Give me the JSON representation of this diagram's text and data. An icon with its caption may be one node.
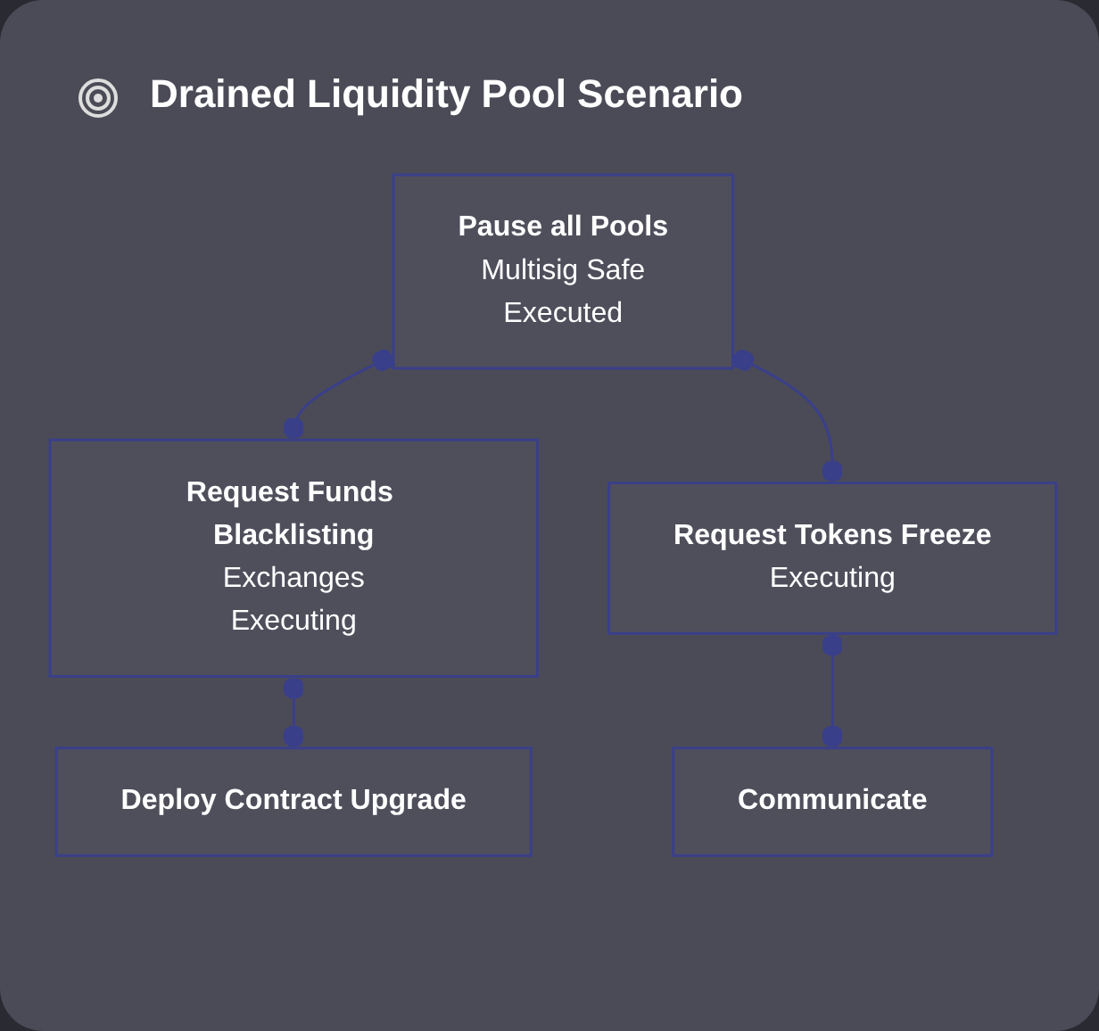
{
  "diagram": {
    "title": "Drained Liquidity Pool Scenario",
    "nodes": [
      {
        "text": [
          "Pause all Pools",
          "Multisig Safe",
          "Executed"
        ]
      },
      {
        "text": [
          "Request Funds Blacklisting",
          "Exchanges",
          "Executing"
        ]
      },
      {
        "text": [
          "Request Tokens Freeze",
          "Executing"
        ]
      },
      {
        "text": [
          "Deploy Contract Upgrade"
        ]
      },
      {
        "text": [
          "Communicate"
        ]
      }
    ],
    "edges": [
      {
        "from": 0,
        "to": 1,
        "arrow": "other"
      },
      {
        "from": 0,
        "to": 2,
        "arrow": "other"
      },
      {
        "from": 1,
        "to": 3,
        "arrow": "other"
      },
      {
        "from": 2,
        "to": 4,
        "arrow": "other"
      }
    ]
  }
}
